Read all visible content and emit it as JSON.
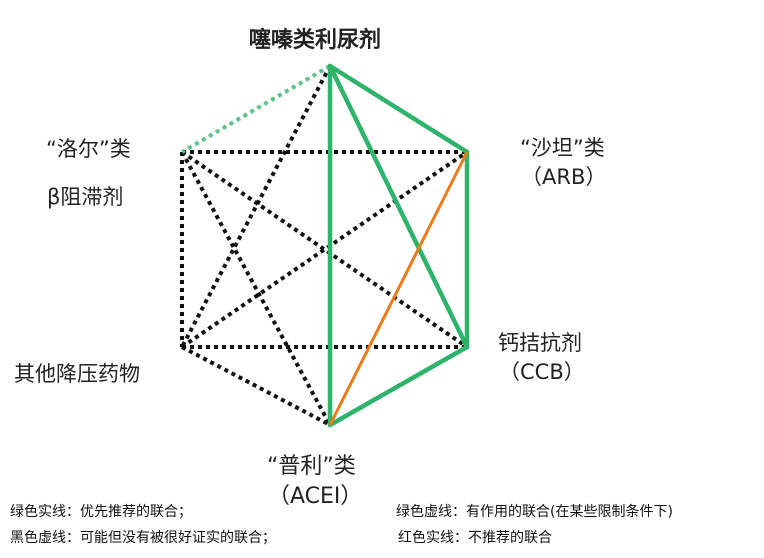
{
  "nodes": {
    "thiazide": "噻嗪类利尿剂",
    "arb_name": "“沙坦”类",
    "arb_abbr": "（ARB）",
    "ccb_name": "钙拮抗剂",
    "ccb_abbr": "（CCB）",
    "acei_name": "“普利”类",
    "acei_abbr": "（ACEI）",
    "other": "其他降压药物",
    "beta_name": "“洛尔”类",
    "beta_sub": "β阻滞剂"
  },
  "legend": {
    "green_solid": "绿色实线：优先推荐的联合；",
    "green_dashed": "绿色虚线：有作用的联合(在某些限制条件下)",
    "black_dashed": "黑色虚线：可能但没有被很好证实的联合；",
    "red_solid": "红色实线：不推荐的联合"
  },
  "colors": {
    "green": "#2db36a",
    "green_dash": "#5cc489",
    "black": "#111111",
    "orange": "#f07a1a"
  }
}
